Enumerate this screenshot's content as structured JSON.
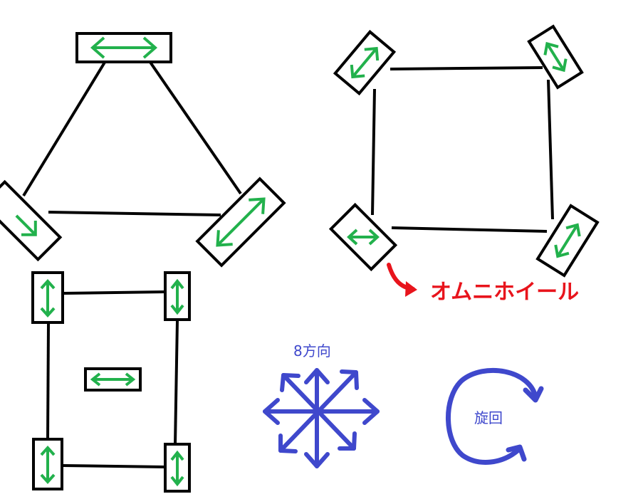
{
  "labels": {
    "omni_wheel": "オムニホイール",
    "eight_directions": "8方向",
    "rotation": "旋回"
  },
  "colors": {
    "frame": "#000000",
    "wheel_arrow": "#22b14c",
    "annotation_red": "#e8141c",
    "annotation_blue": "#3f48cc"
  }
}
